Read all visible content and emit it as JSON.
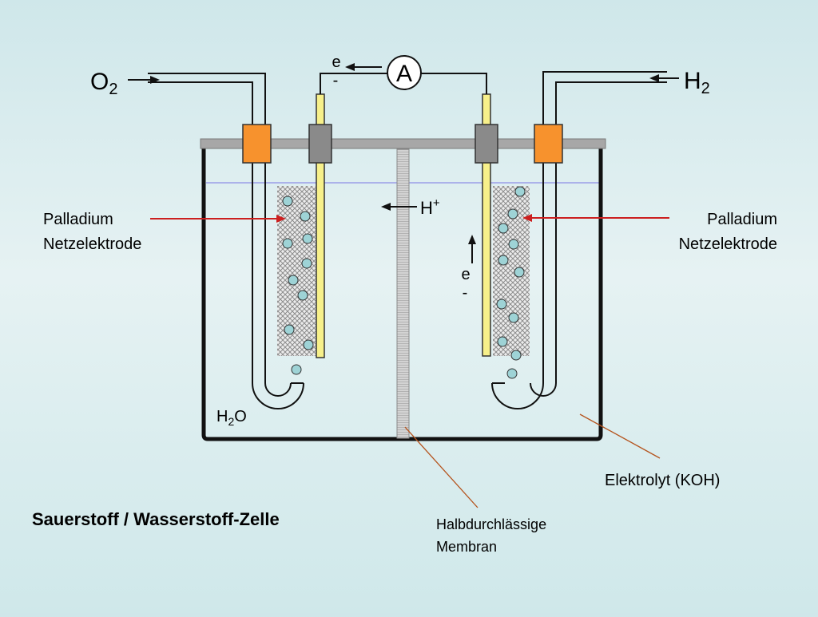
{
  "labels": {
    "o2": "O",
    "o2_sub": "2",
    "h2": "H",
    "h2_sub": "2",
    "ammeter": "A",
    "electron_top_e": "e",
    "electron_top_minus": "-",
    "proton": "H",
    "proton_sup": "+",
    "electron_right_e": "e",
    "electron_right_minus": "-",
    "water_h": "H",
    "water_sub": "2",
    "water_o": "O",
    "electrode_left_line1": "Palladium",
    "electrode_left_line2": "Netzelektrode",
    "electrode_right_line1": "Palladium",
    "electrode_right_line2": "Netzelektrode",
    "electrolyte": "Elektrolyt (KOH)",
    "membrane_line1": "Halbdurchlässige",
    "membrane_line2": "Membran",
    "title": "Sauerstoff / Wasserstoff-Zelle"
  },
  "colors": {
    "electrode_gold": "#f7f08a",
    "gas_inlet_orange": "#f7922d",
    "electrode_clamp_gray": "#8a8a8a",
    "lid_gray": "#a7a7a7",
    "bubble_fill": "#9ed3d6",
    "pointer_red": "#cc1f1f",
    "leader_brown": "#b5541e",
    "electrolyte_line": "#8e8ee6"
  }
}
